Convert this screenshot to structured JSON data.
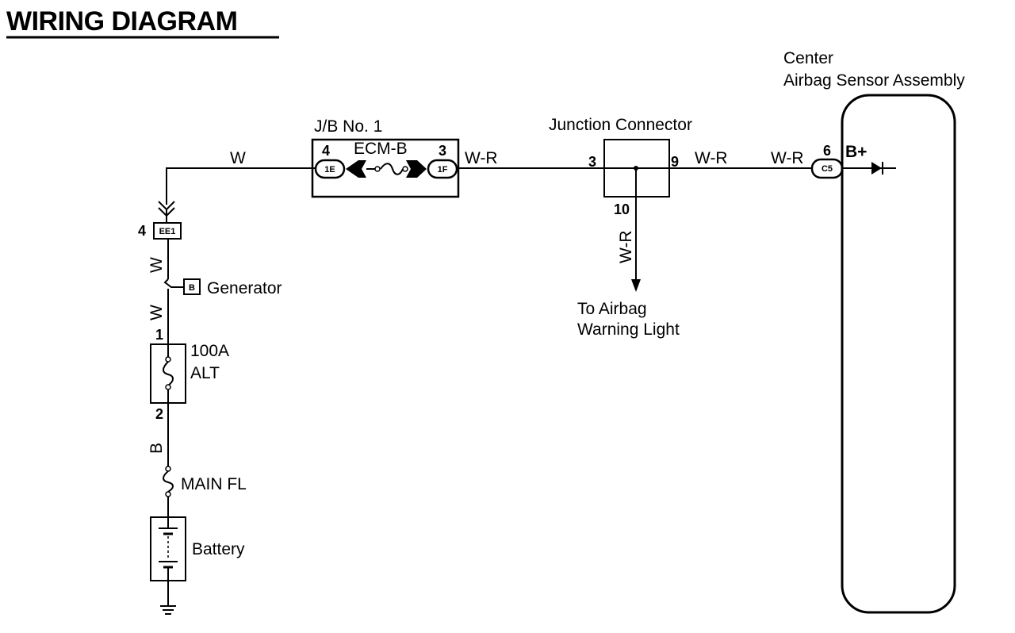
{
  "title": "WIRING DIAGRAM",
  "airbag_sensor": {
    "label_line1": "Center",
    "label_line2": "Airbag Sensor Assembly",
    "connector": "C5",
    "pin": "6",
    "pin_name": "B+"
  },
  "junction_block": {
    "label": "J/B No. 1",
    "fuse_name": "ECM-B",
    "left_pin": "4",
    "left_connector": "1E",
    "right_pin": "3",
    "right_connector": "1F"
  },
  "junction_connector": {
    "label": "Junction Connector",
    "pin_left": "3",
    "pin_right": "9",
    "pin_bottom": "10"
  },
  "warning_light": {
    "line1": "To Airbag",
    "line2": "Warning Light"
  },
  "wires": {
    "jb_in": "W",
    "jb_out": "W-R",
    "jc_out": "W-R",
    "sensor_in": "W-R",
    "jc_down": "W-R",
    "ee1_gen": "W",
    "gen_alt": "W",
    "alt_main": "B"
  },
  "ee1_connector": {
    "pin": "4",
    "name": "EE1"
  },
  "generator": {
    "terminal": "B",
    "label": "Generator"
  },
  "alt_fuse": {
    "rating": "100A",
    "name": "ALT",
    "pin_top": "1",
    "pin_bottom": "2"
  },
  "main_fuse": {
    "label": "MAIN FL"
  },
  "battery": {
    "label": "Battery"
  }
}
